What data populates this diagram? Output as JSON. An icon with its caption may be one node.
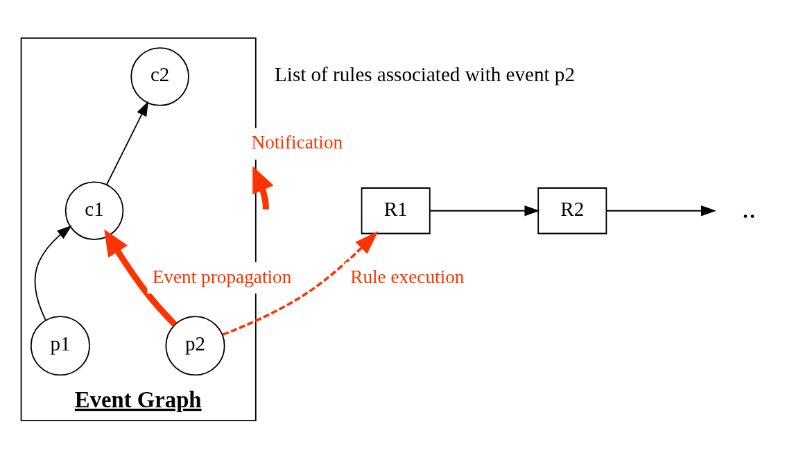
{
  "diagram": {
    "nodes": [
      {
        "text": [
          "Event Graph"
        ]
      },
      {
        "text": [
          "c2"
        ],
        "in": 0
      },
      {
        "text": [
          "c1"
        ],
        "in": 0
      },
      {
        "text": [
          "p1"
        ],
        "in": 0
      },
      {
        "text": [
          "p2"
        ],
        "in": 0
      },
      {
        "text": [
          "R1"
        ]
      },
      {
        "text": [
          "R2"
        ]
      },
      {
        "text": [
          ".."
        ]
      }
    ],
    "edges": [
      {
        "from": 2,
        "to": 1,
        "arrow": "to"
      },
      {
        "from": 3,
        "to": 2,
        "arrow": "to"
      },
      {
        "from": 4,
        "to": 2,
        "arrow": "to",
        "label": "Event propagation",
        "style": "thick",
        "color": "#ff3300"
      },
      {
        "from": 4,
        "to": 5,
        "arrow": "to",
        "label": "Rule execution",
        "style": "dashed",
        "color": "#ff3300"
      },
      {
        "from": null,
        "to": 0,
        "arrow": "to",
        "label": "Notification",
        "style": "thick",
        "color": "#ff3300"
      },
      {
        "from": 5,
        "to": 6,
        "arrow": "to"
      },
      {
        "from": 6,
        "to": 7,
        "arrow": "to"
      }
    ],
    "labels": [
      "List of rules associated with event p2"
    ]
  }
}
